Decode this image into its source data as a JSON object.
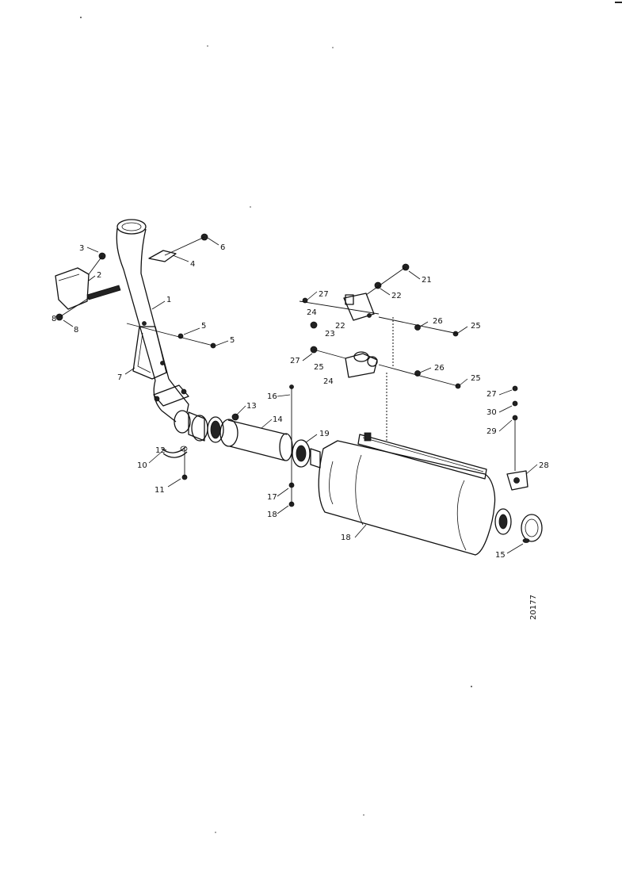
{
  "drawing": {
    "reference": "20177",
    "callouts": [
      {
        "id": "c1",
        "text": "1"
      },
      {
        "id": "c2",
        "text": "2"
      },
      {
        "id": "c3",
        "text": "3"
      },
      {
        "id": "c4",
        "text": "4"
      },
      {
        "id": "c5",
        "text": "5"
      },
      {
        "id": "c6",
        "text": "5"
      },
      {
        "id": "c7",
        "text": "6"
      },
      {
        "id": "c8",
        "text": "7"
      },
      {
        "id": "c9",
        "text": "8"
      },
      {
        "id": "c10",
        "text": "8"
      },
      {
        "id": "c11",
        "text": "10"
      },
      {
        "id": "c12",
        "text": "11"
      },
      {
        "id": "c13",
        "text": "13"
      },
      {
        "id": "c14",
        "text": "14"
      },
      {
        "id": "c15",
        "text": "16"
      },
      {
        "id": "c16",
        "text": "18"
      },
      {
        "id": "c17",
        "text": "17"
      },
      {
        "id": "c18",
        "text": "18"
      },
      {
        "id": "c19",
        "text": "19"
      },
      {
        "id": "c20",
        "text": "15"
      },
      {
        "id": "c21",
        "text": "21"
      },
      {
        "id": "c22",
        "text": "22"
      },
      {
        "id": "c23",
        "text": "27"
      },
      {
        "id": "c24",
        "text": "24"
      },
      {
        "id": "c25",
        "text": "22"
      },
      {
        "id": "c26",
        "text": "23"
      },
      {
        "id": "c27",
        "text": "26"
      },
      {
        "id": "c28",
        "text": "25"
      },
      {
        "id": "c29",
        "text": "27"
      },
      {
        "id": "c30",
        "text": "25"
      },
      {
        "id": "c31",
        "text": "24"
      },
      {
        "id": "c32",
        "text": "26"
      },
      {
        "id": "c33",
        "text": "25"
      },
      {
        "id": "c34",
        "text": "27"
      },
      {
        "id": "c35",
        "text": "30"
      },
      {
        "id": "c36",
        "text": "29"
      },
      {
        "id": "c37",
        "text": "28"
      },
      {
        "id": "c38",
        "text": "12"
      }
    ]
  }
}
